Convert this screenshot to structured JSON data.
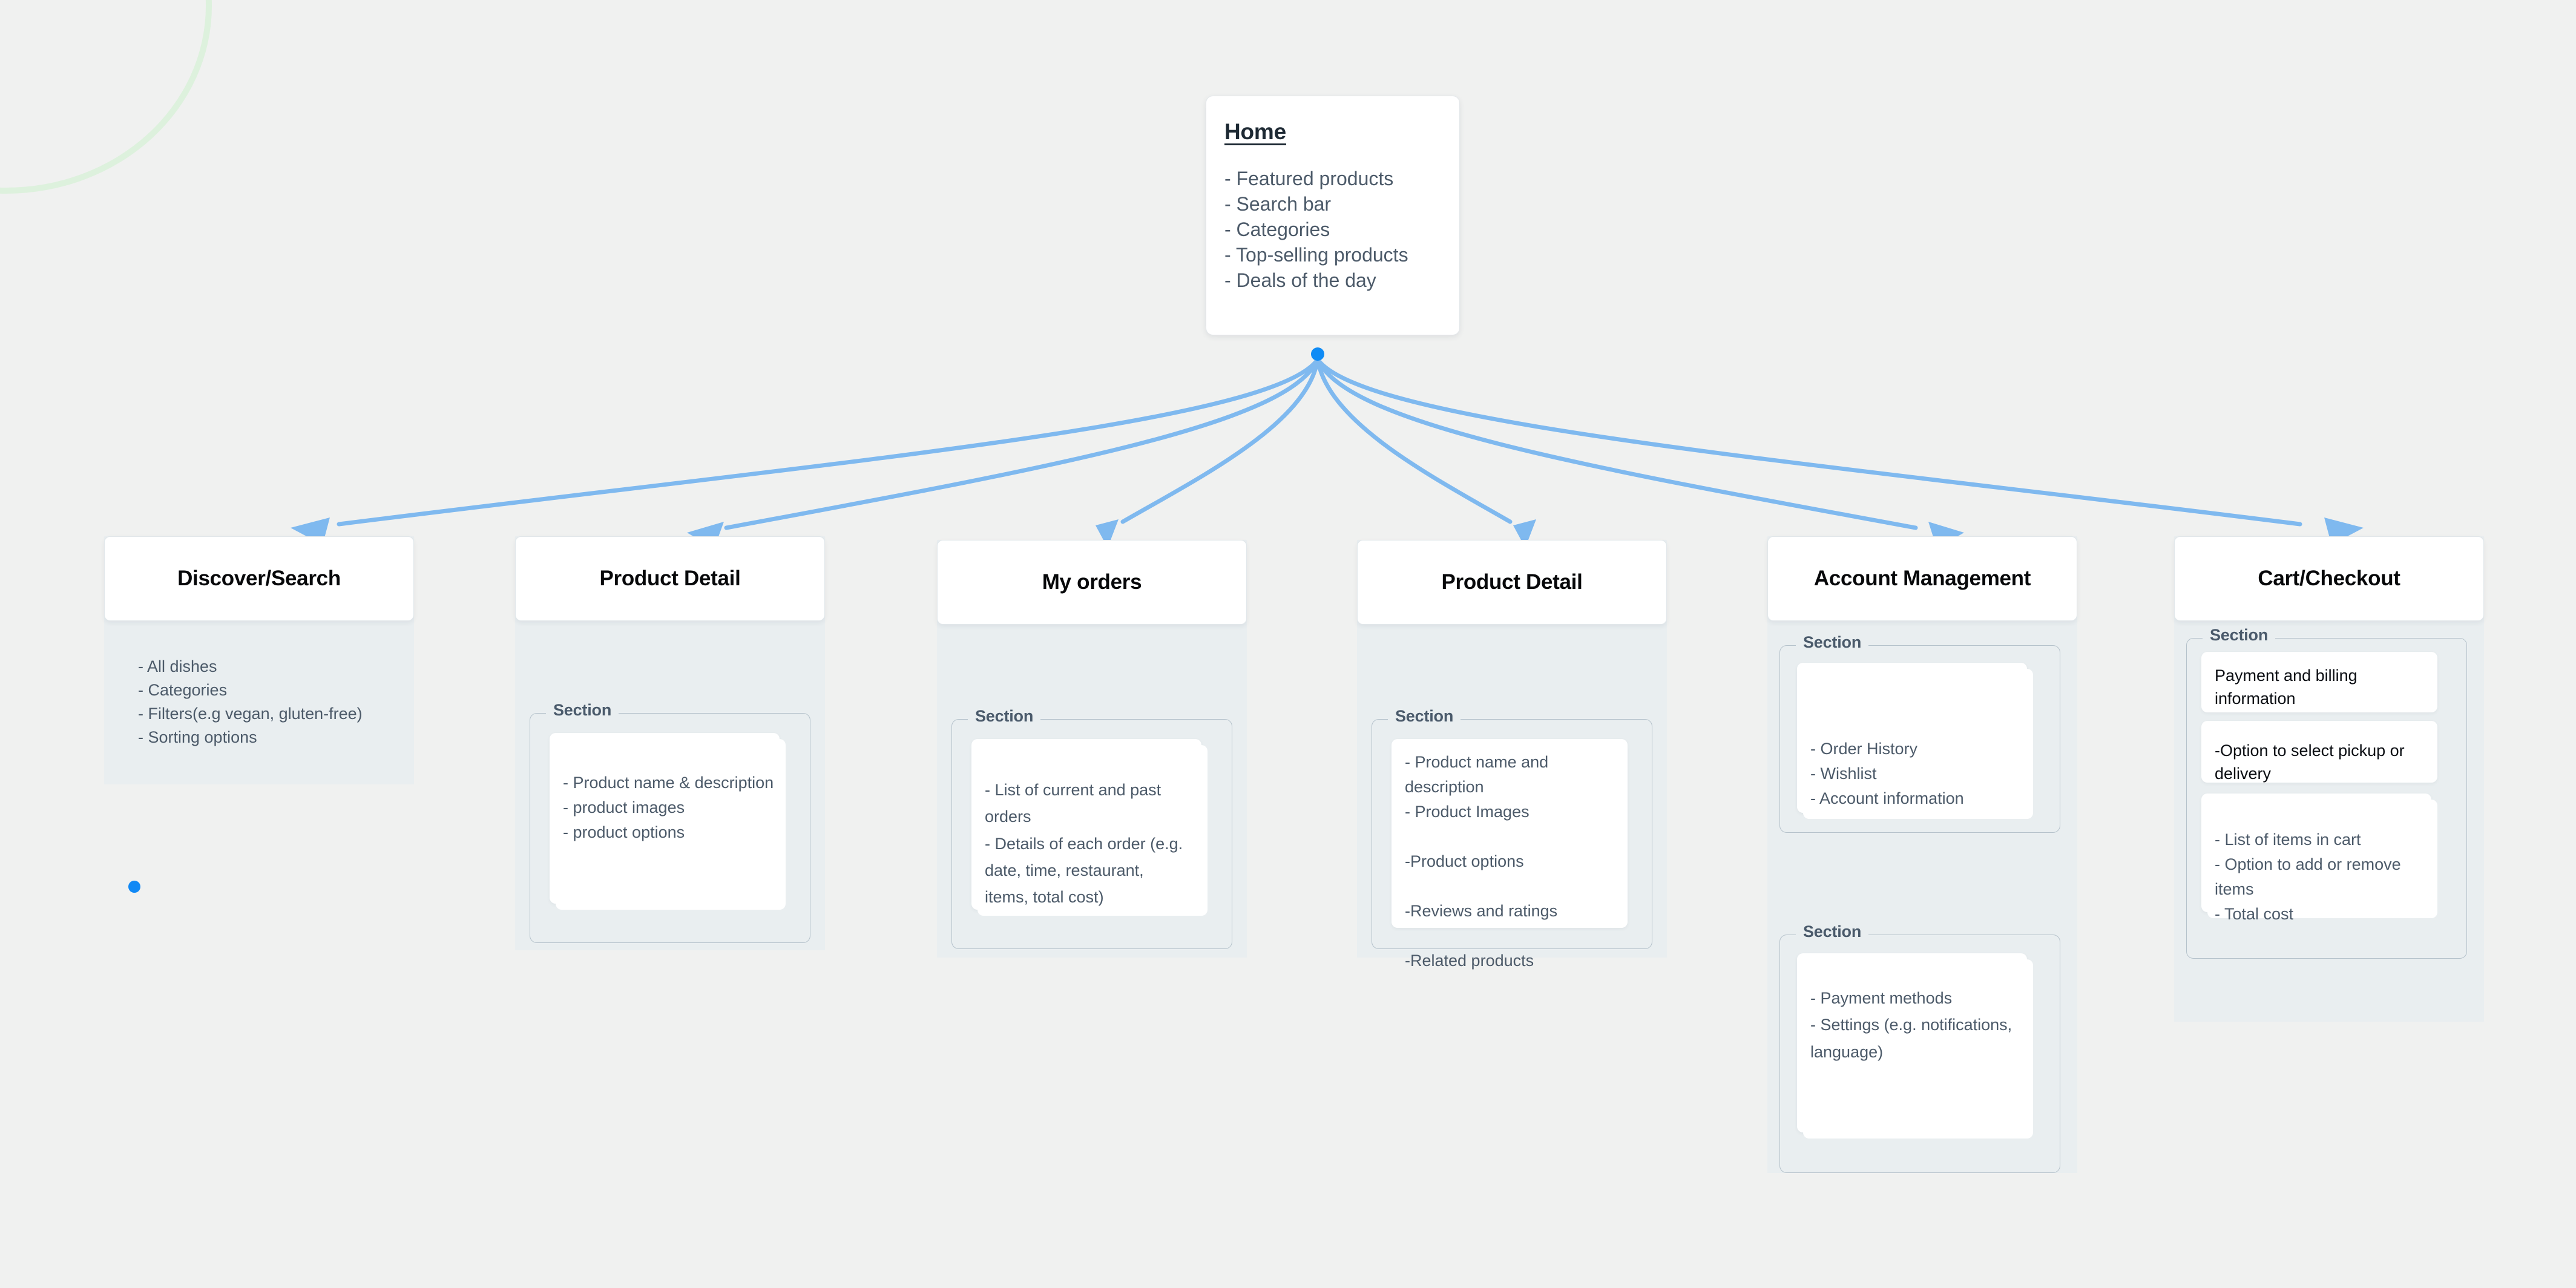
{
  "diagram": {
    "root": {
      "title": "Home",
      "items": [
        "- Featured products",
        "- Search bar",
        "- Categories",
        "- Top-selling products",
        "- Deals of the day"
      ]
    },
    "section_legend": "Section",
    "columns": [
      {
        "title": "Discover/Search",
        "items": [
          "- All dishes",
          "- Categories",
          "- Filters(e.g vegan, gluten-free)",
          "- Sorting options"
        ]
      },
      {
        "title": "Product Detail",
        "card_text": "- Product name & description\n- product images\n- product options"
      },
      {
        "title": "My orders",
        "card_text": "- List of current and past orders\n- Details of each order (e.g. date, time, restaurant, items, total cost)"
      },
      {
        "title": "Product Detail",
        "card_text": "- Product name and description\n- Product Images\n\n-Product options\n\n-Reviews and ratings\n\n-Related products"
      },
      {
        "title": "Account Management",
        "card_text_1": "- Order History\n- Wishlist\n- Account information",
        "card_text_2": "- Payment methods\n- Settings (e.g. notifications, language)"
      },
      {
        "title": "Cart/Checkout",
        "card_text_1": "Payment and billing information",
        "card_text_2": "-Option to select pickup or delivery",
        "card_text_3": "- List of items in cart\n- Option to add or remove items\n- Total cost"
      }
    ]
  },
  "colors": {
    "page_background": "#f0f1f0",
    "column_background": "#e9eef0",
    "edge_stroke": "#7fb9ef",
    "hub_dot": "#0f8bf5",
    "card_white": "#ffffff",
    "body_text": "#4c5a69",
    "heading_text": "#07080a",
    "section_border": "#b5c2cb"
  }
}
